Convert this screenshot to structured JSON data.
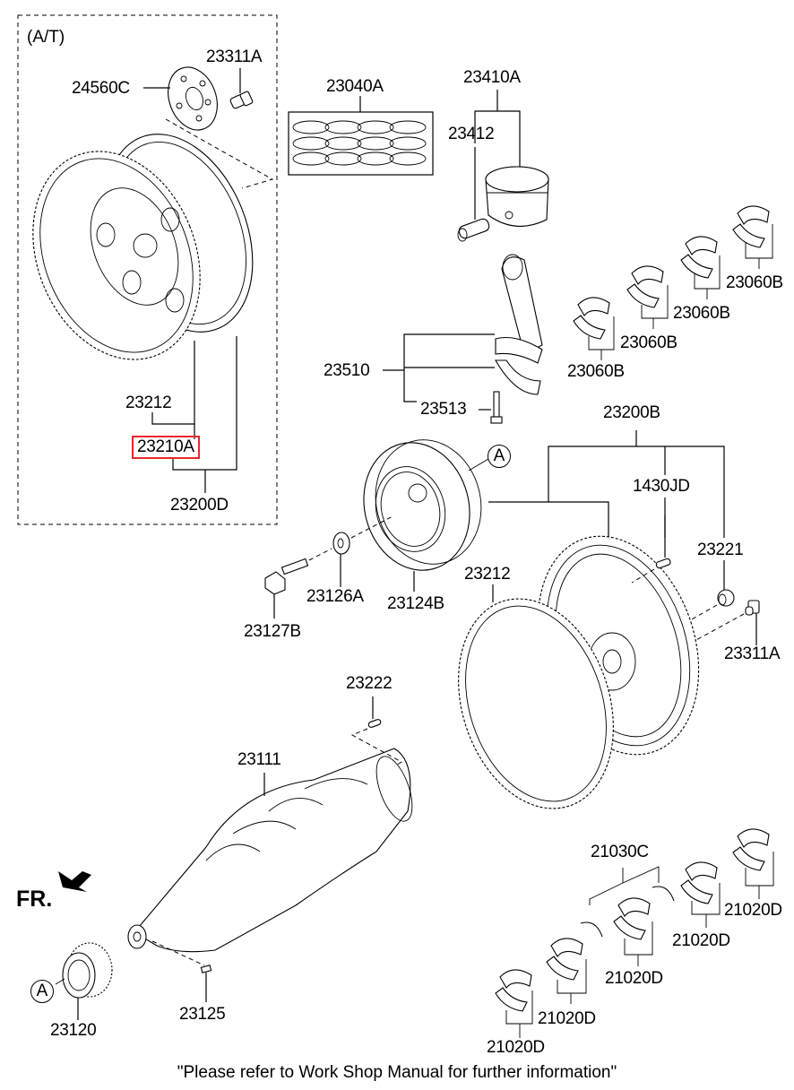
{
  "diagram": {
    "title_section": "(A/T)",
    "direction_label": "FR.",
    "callout_letter": "A",
    "footer_note": "\"Please refer to Work Shop Manual for further information\"",
    "highlight_color": "#e8262a",
    "highlighted_part": "23210A",
    "labels": {
      "p23311A_top": "23311A",
      "p24560C": "24560C",
      "p23212_at": "23212",
      "p23210A": "23210A",
      "p23200D": "23200D",
      "p23040A": "23040A",
      "p23410A": "23410A",
      "p23412": "23412",
      "p23510": "23510",
      "p23513": "23513",
      "p23060B_1": "23060B",
      "p23060B_2": "23060B",
      "p23060B_3": "23060B",
      "p23060B_4": "23060B",
      "p23200B": "23200B",
      "p1430JD": "1430JD",
      "p23221": "23221",
      "p23311A_right": "23311A",
      "p23212_right": "23212",
      "p23124B": "23124B",
      "p23126A": "23126A",
      "p23127B": "23127B",
      "p23222": "23222",
      "p23111": "23111",
      "p23120": "23120",
      "p23125": "23125",
      "p21030C": "21030C",
      "p21020D_1": "21020D",
      "p21020D_2": "21020D",
      "p21020D_3": "21020D",
      "p21020D_4": "21020D",
      "p21020D_5": "21020D"
    }
  }
}
